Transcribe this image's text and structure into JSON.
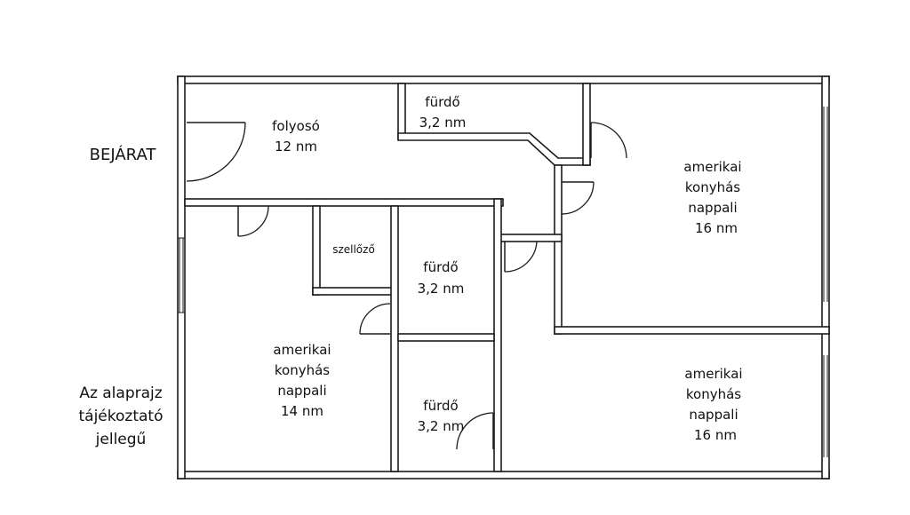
{
  "entrance_label": "BEJÁRAT",
  "note_lines": [
    "Az alaprajz",
    "tájékoztató",
    "jellegű"
  ],
  "rooms": {
    "hallway": [
      "folyosó",
      "12 nm"
    ],
    "bath_top": [
      "fürdő",
      "3,2 nm"
    ],
    "living_top_right": [
      "amerikai",
      "konyhás",
      "nappali",
      "16 nm"
    ],
    "vent": [
      "szellőző"
    ],
    "bath_middle": [
      "fürdő",
      "3,2 nm"
    ],
    "living_left": [
      "amerikai",
      "konyhás",
      "nappali",
      "14 nm"
    ],
    "bath_bottom": [
      "fürdő",
      "3,2 nm"
    ],
    "living_bottom_right": [
      "amerikai",
      "konyhás",
      "nappali",
      "16 nm"
    ]
  }
}
